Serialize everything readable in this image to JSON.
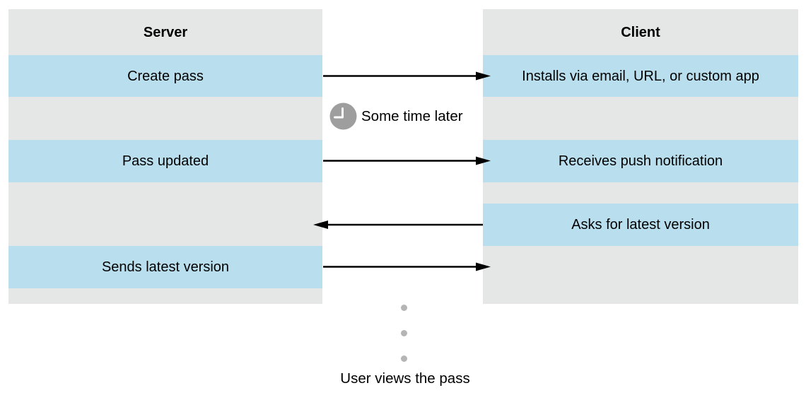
{
  "server": {
    "title": "Server",
    "rows": [
      "Create pass",
      "Pass updated",
      "Sends latest version"
    ]
  },
  "client": {
    "title": "Client",
    "rows": [
      "Installs via email, URL, or custom app",
      "Receives push notification",
      "Asks for latest version"
    ]
  },
  "interlude": {
    "icon": "clock-icon",
    "label": "Some time later"
  },
  "arrows": [
    {
      "direction": "server-to-client",
      "from_label": "Create pass",
      "to_label": "Installs via email, URL, or custom app"
    },
    {
      "direction": "server-to-client",
      "from_label": "Pass updated",
      "to_label": "Receives push notification"
    },
    {
      "direction": "client-to-server",
      "from_label": "Asks for latest version"
    },
    {
      "direction": "server-to-client",
      "from_label": "Sends latest version"
    }
  ],
  "ellipsis": {
    "dot_count": 3
  },
  "footer": {
    "label": "User views the pass"
  },
  "colors": {
    "row_highlight": "#b9dfee",
    "row_base": "#e5e6e6",
    "text": "#000000",
    "arrow": "#000000",
    "clock_icon": "#9e9e9e",
    "dot": "#b5b5b5",
    "background": "#ffffff"
  }
}
